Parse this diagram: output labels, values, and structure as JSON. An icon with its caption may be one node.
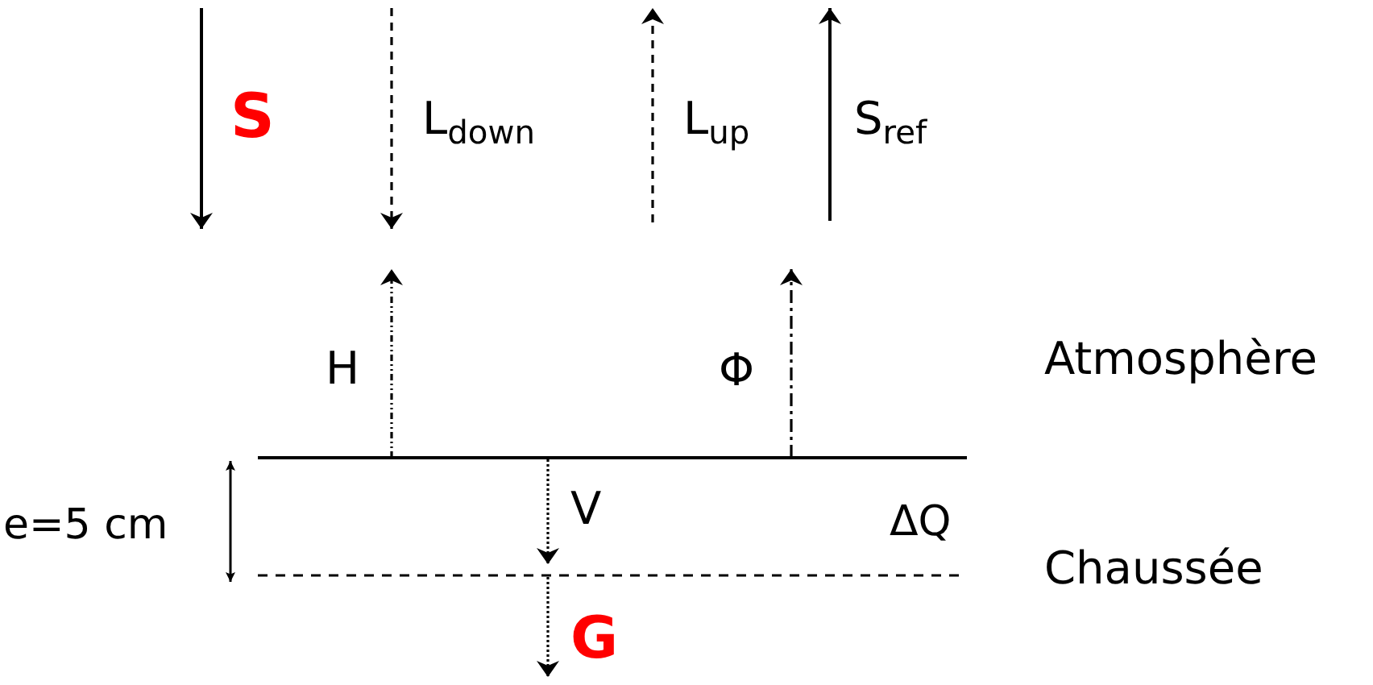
{
  "diagram": {
    "labels": [
      "S",
      "L$_{down}$",
      "L$_{up}$",
      "S$_{ref}$",
      "H",
      "Φ",
      "Atmosphère",
      "e=5 cm",
      "V",
      "ΔQ",
      "Chaussée",
      "G"
    ]
  }
}
